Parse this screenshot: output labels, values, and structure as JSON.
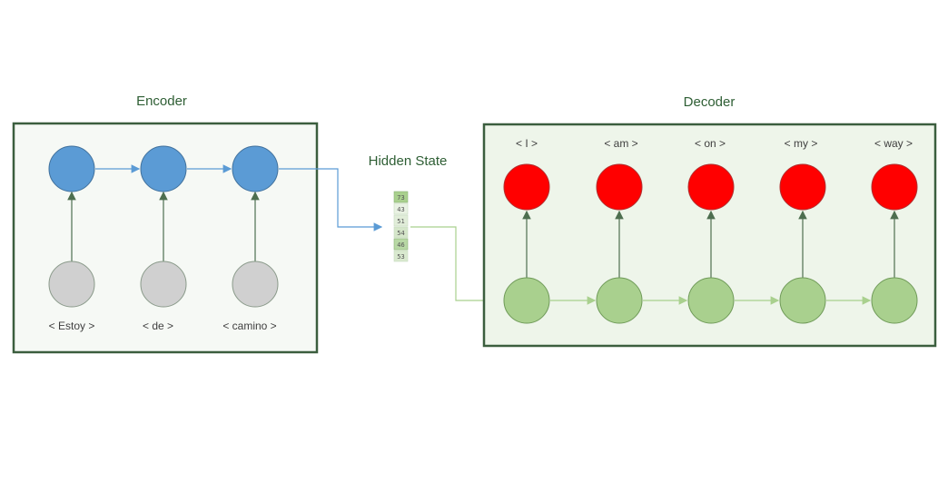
{
  "encoder": {
    "title": "Encoder",
    "input_tokens": [
      "< Estoy >",
      "< de >",
      "< camino >"
    ]
  },
  "hidden_state": {
    "label": "Hidden State",
    "values": [
      "73",
      "43",
      "51",
      "54",
      "46",
      "53"
    ]
  },
  "decoder": {
    "title": "Decoder",
    "output_tokens": [
      "< I >",
      "< am >",
      "< on >",
      "< my >",
      "< way >"
    ]
  },
  "colors": {
    "encoder_hidden": "#5b9bd5",
    "encoder_input": "#d0d0d0",
    "decoder_hidden": "#a9d08e",
    "decoder_output": "#ff0000",
    "frame_border": "#3b5e3e",
    "encoder_fill": "#f6f9f5",
    "decoder_fill": "#eef5ea",
    "hidden_state_cell": "#a9d08e"
  }
}
